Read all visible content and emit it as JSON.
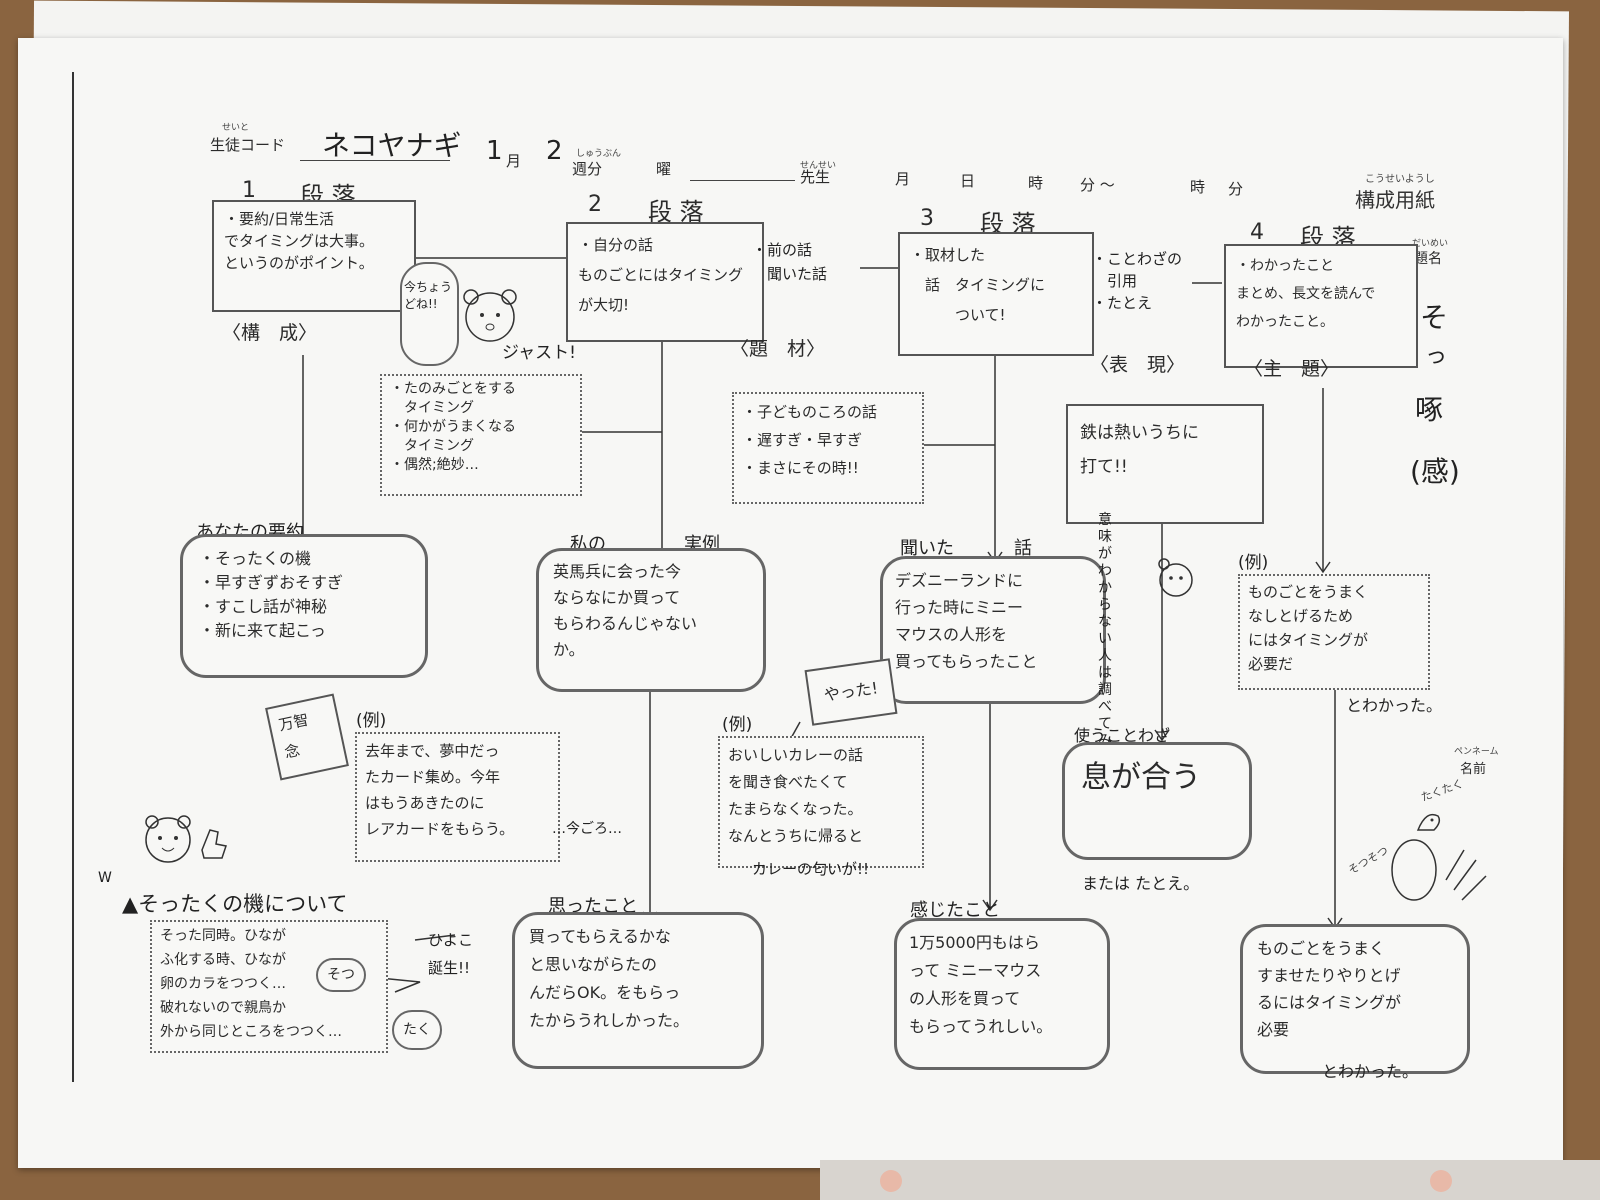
{
  "header": {
    "seito_label": "生徒コード",
    "seito_ruby": "せいと",
    "seito_name": "ネコヤナギ",
    "month_val": "1",
    "month_label": "月",
    "week_val": "2",
    "week_label": "週分",
    "week_ruby": "しゅうぶん",
    "day_label": "曜",
    "teacher_label": "先生",
    "teacher_ruby": "せんせい",
    "date_month": "月",
    "date_day": "日",
    "time_from": "時",
    "min_from": "分 ～",
    "time_to": "時",
    "min_to": "分",
    "paper_title": "構成用紙",
    "paper_ruby": "こうせいようし",
    "daimei_label": "題名",
    "daimei_ruby": "だいめい"
  },
  "paragraphs": [
    {
      "num": "1",
      "label": "段 落"
    },
    {
      "num": "2",
      "label": "段 落"
    },
    {
      "num": "3",
      "label": "段 落"
    },
    {
      "num": "4",
      "label": "段 落"
    }
  ],
  "title_vertical": [
    "そ",
    "っ",
    "啄",
    "(感)"
  ],
  "col1": {
    "box": "・要約/日常生活\nでタイミングは大事。\nというのがポイント。",
    "section": "〈構　成〉",
    "bubble_note": "今ちょうどね!!",
    "bear_says": "ジャスト!",
    "examples": "・たのみごとをする\n　タイミング\n・何かがうまくなる\n　タイミング\n・偶然;絶妙…",
    "cloud_head": "あなたの要約",
    "cloud_body": "・そったくの機\n・早すぎずおそすぎ\n・すこし話が神秘\n・新に来て起こっ",
    "stamp": "万智\n念",
    "ex_label": "(例)",
    "ex_box": "去年まで、夢中だっ\nたカード集め。今年\nはもうあきたのに\nレアカードをもらう。",
    "ex_note": "…今ごろ…",
    "note_title": "▲そったくの機について",
    "note_w": "W",
    "note_box": "そった同時。ひなが\nふ化する時、ひなが\n卵のカラをつつく…\n破れないので親鳥か\n外から同じところをつつく…",
    "bubble_sotsu": "そつ",
    "bubble_taku": "たく",
    "hiyoko": "ひよこ\n誕生!!"
  },
  "col2": {
    "box": "・自分の話\nものごとにはタイミング\nが大切!",
    "section": "〈題　材〉",
    "link_note": "・前の話\n　聞いた話",
    "cloud_head_a": "私の",
    "cloud_head_b": "実例",
    "cloud_body": "英馬兵に会った今\nならなにか買って\nもらわるんじゃない\nか。",
    "thought_head": "思ったこと",
    "thought_body": "買ってもらえるかな\nと思いながらたの\nんだらOK。をもらっ\nたからうれしかった。"
  },
  "col3": {
    "box": "・取材した\n　話　タイミングに\n　　　ついて!",
    "section": "〈表　現〉",
    "link_note": "・ことわざの\n　引用\n・たとえ",
    "examples": "・子どものころの話\n・遅すぎ・早すぎ\n・まさにその時!!",
    "cloud_head_a": "聞いた",
    "cloud_head_b": "話",
    "cloud_body": "デズニーランドに\n行った時にミニー\nマウスの人形を\n買ってもらったこと",
    "yatta": "やった!",
    "ex_label": "(例)",
    "ex_box": "おいしいカレーの話\nを聞き食べたくて\nたまらなくなった。\nなんとうちに帰ると",
    "ex_tail": "カレーの匂いが!!",
    "felt_head": "感じたこと",
    "felt_body": "1万5000円もはら\nって ミニーマウス\nの人形を買って\nもらってうれしい。"
  },
  "col4": {
    "box": "・わかったこと\nまとめ、長文を読んで\nわかったこと。",
    "section": "〈主　題〉",
    "proverb": "鉄は熱いうちに\n打て!!",
    "side_note": "意味がわからない人は調べてみよう!",
    "use_head": "使うことわざ",
    "use_body": "息が合う",
    "use_foot": "または たとえ。",
    "ex_label": "(例)",
    "ex_box": "ものごとをうまく\nなしとげるため\nにはタイミングが\n必要だ",
    "ex_tail": "とわかった。",
    "penname_label": "名前",
    "penname_ruby": "ペンネーム",
    "taku_note": "たくたく",
    "sotsu_note": "そつそつ",
    "final_body": "ものごとをうまく\nすませたりやりとげ\nるにはタイミングが\n必要",
    "final_tail": "とわかった。"
  }
}
